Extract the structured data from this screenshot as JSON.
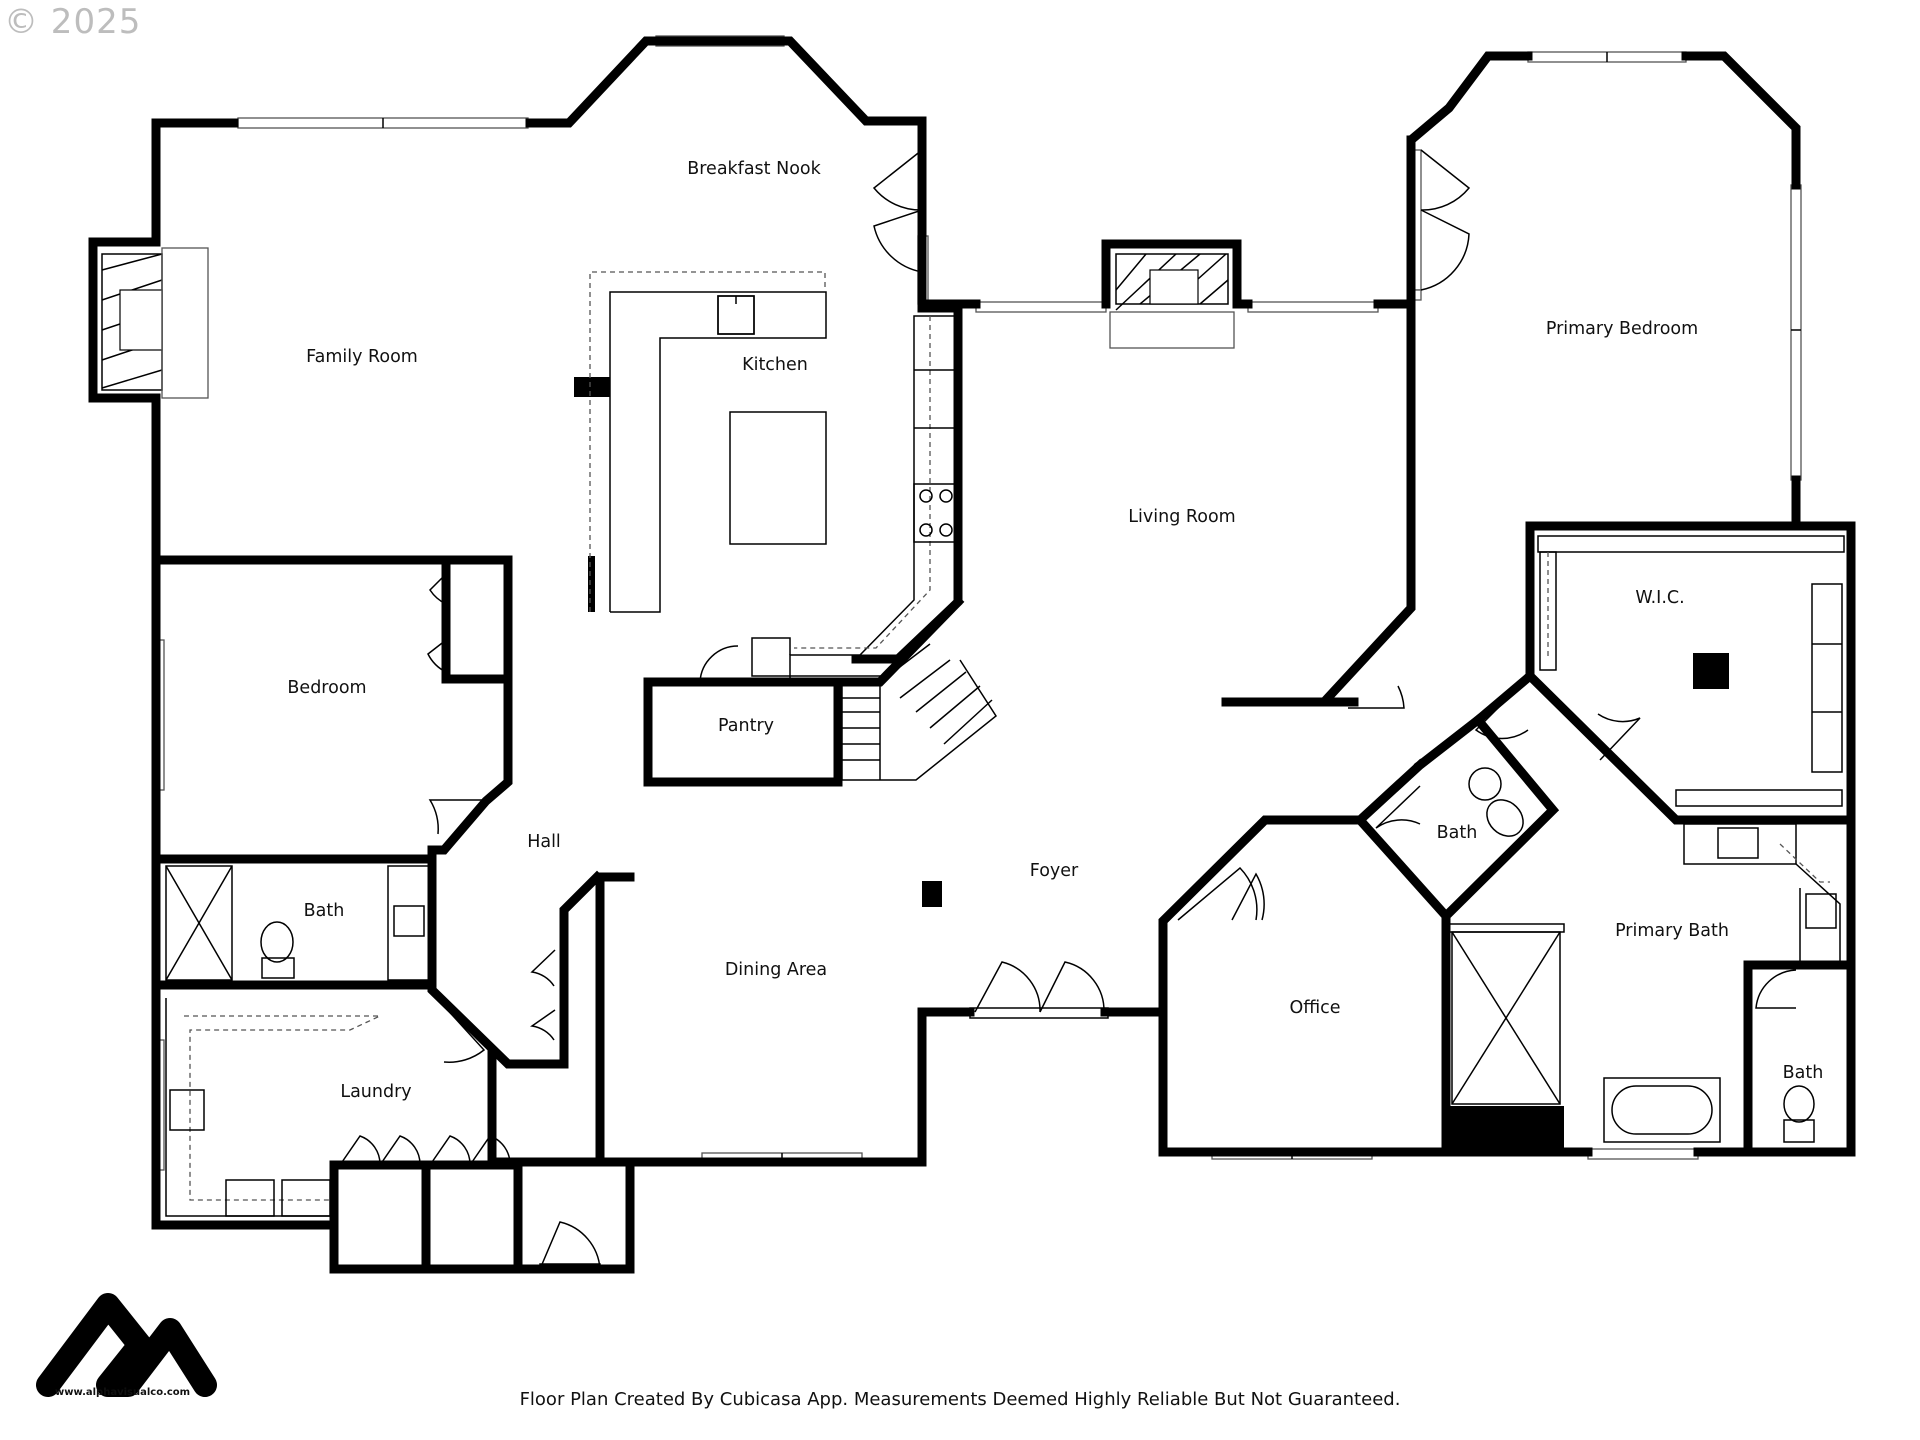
{
  "copyright": "© 2025",
  "rooms": {
    "breakfast_nook": "Breakfast Nook",
    "family_room": "Family Room",
    "kitchen": "Kitchen",
    "living_room": "Living Room",
    "primary_bedroom": "Primary Bedroom",
    "wic": "W.I.C.",
    "bedroom": "Bedroom",
    "pantry": "Pantry",
    "hall": "Hall",
    "bath_upper": "Bath",
    "foyer": "Foyer",
    "bath_left": "Bath",
    "primary_bath": "Primary Bath",
    "dining_area": "Dining Area",
    "office": "Office",
    "bath_right": "Bath",
    "laundry": "Laundry"
  },
  "footer": {
    "note": "Floor Plan Created By Cubicasa App. Measurements Deemed Highly Reliable But Not Guaranteed.",
    "brand_url": "www.alphavisualco.com"
  },
  "icons": [
    "fireplace-icon",
    "sink-icon",
    "toilet-icon",
    "shower-icon",
    "bathtub-icon",
    "stove-icon",
    "door-swing-icon",
    "brand-logo-icon"
  ]
}
